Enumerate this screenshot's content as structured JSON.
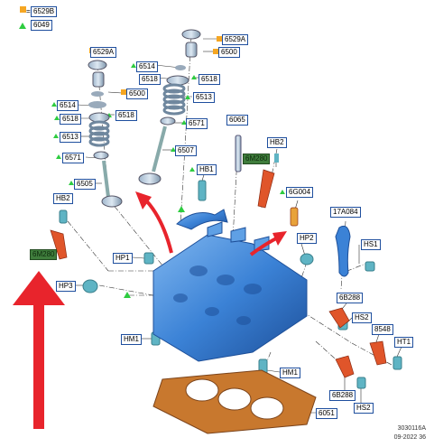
{
  "legend": {
    "square_code": "6529B",
    "triangle_code": "6049",
    "square_color": "#f5a623",
    "triangle_color": "#2ecc40"
  },
  "labels": {
    "l6529A_left": "6529A",
    "l6529A_right": "6529A",
    "l6500_right": "6500",
    "l6500_left": "6500",
    "l6514_top": "6514",
    "l6518_a": "6518",
    "l6518_b": "6518",
    "l6513_right": "6513",
    "l6571_right": "6571",
    "l6507": "6507",
    "l6514_left": "6514",
    "l6518_c": "6518",
    "l6518_d": "6518",
    "l6513_left": "6513",
    "l6571_left": "6571",
    "l6505": "6505",
    "l6065": "6065",
    "lHB2_top": "HB2",
    "l6M280_top": "6M280",
    "lHB1": "HB1",
    "l6G004": "6G004",
    "l17A084": "17A084",
    "lHB2_left": "HB2",
    "l6M280_left": "6M280",
    "lHP1": "HP1",
    "lHP2": "HP2",
    "lHS1": "HS1",
    "lHP3": "HP3",
    "l6B288_top": "6B288",
    "lHS2_top": "HS2",
    "l8548": "8548",
    "lHT1": "HT1",
    "lHM1_left": "HM1",
    "lHM1_bottom": "HM1",
    "l6B288_bottom": "6B288",
    "lHS2_bottom": "HS2",
    "l6051": "6051"
  },
  "reference": {
    "code": "3030116A",
    "date": "09-2022 36"
  },
  "colors": {
    "head": "#3b82d6",
    "gasket": "#c8782e",
    "injector": "#e0552a",
    "label_border": "#1f4f9e",
    "arrow_big": "#e8242c"
  }
}
